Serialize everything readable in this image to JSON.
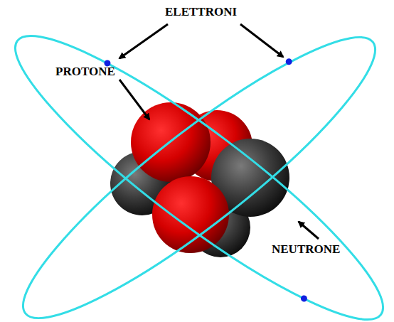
{
  "diagram": {
    "labels": [
      "ELETTRONI",
      "PROTONE",
      "NEUTRONE"
    ]
  }
}
